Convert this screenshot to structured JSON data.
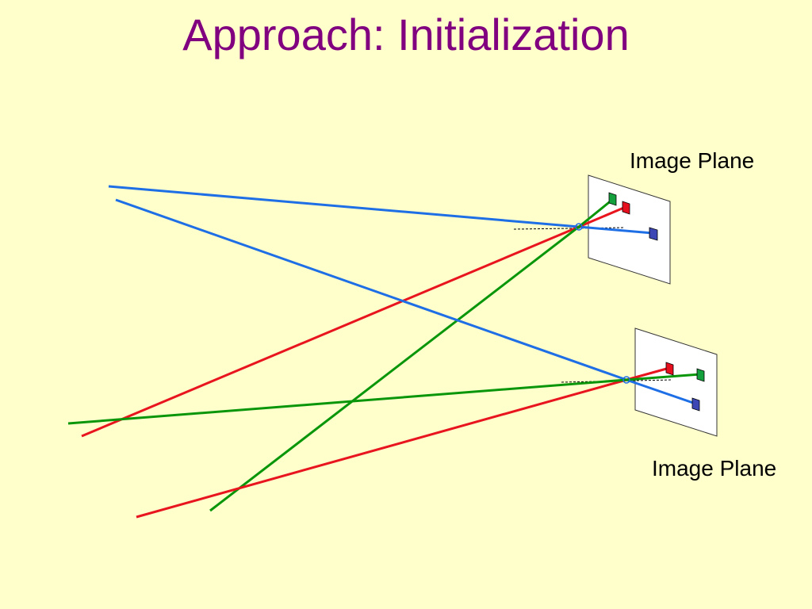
{
  "slide": {
    "title": "Approach: Initialization"
  },
  "labels": {
    "top_image_plane": "Image Plane",
    "bottom_image_plane": "Image Plane"
  },
  "colors": {
    "background": "#FFFFCC",
    "title": "#800080",
    "ray_red": "#E8141E",
    "ray_green": "#0A960A",
    "ray_blue": "#1E6EE6",
    "marker_red": "#E60F1E",
    "marker_green": "#14A03C",
    "marker_blue": "#3C46B4",
    "plane_fill": "#FFFFFF"
  }
}
